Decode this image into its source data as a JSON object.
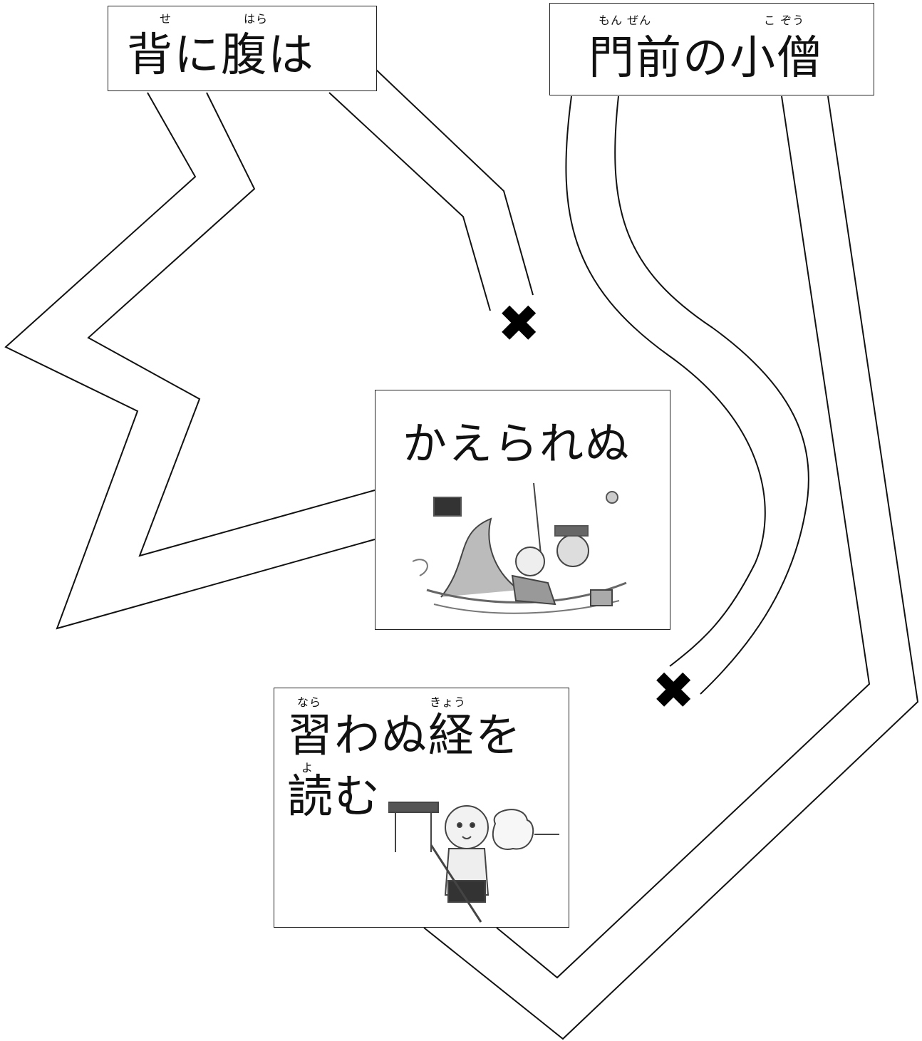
{
  "cards": {
    "senihara": {
      "ruby_se": "せ",
      "ruby_hara": "はら",
      "text": "背に腹は"
    },
    "monzen": {
      "ruby_monzen": "もん ぜん",
      "ruby_kozou": "こ ぞう",
      "text": "門前の小僧"
    },
    "kaerarenu": {
      "text": "かえられぬ",
      "illustration": "pirate-shipwreck-illustration"
    },
    "narawanu": {
      "ruby_nara": "なら",
      "ruby_kyou": "きょう",
      "ruby_yo": "よ",
      "line1": "習わぬ経を",
      "line2": "読む",
      "illustration": "temple-boy-sweeping-illustration"
    }
  },
  "marks": {
    "wrong_symbol": "✖"
  },
  "colors": {
    "line": "#111111",
    "border": "#222222"
  }
}
